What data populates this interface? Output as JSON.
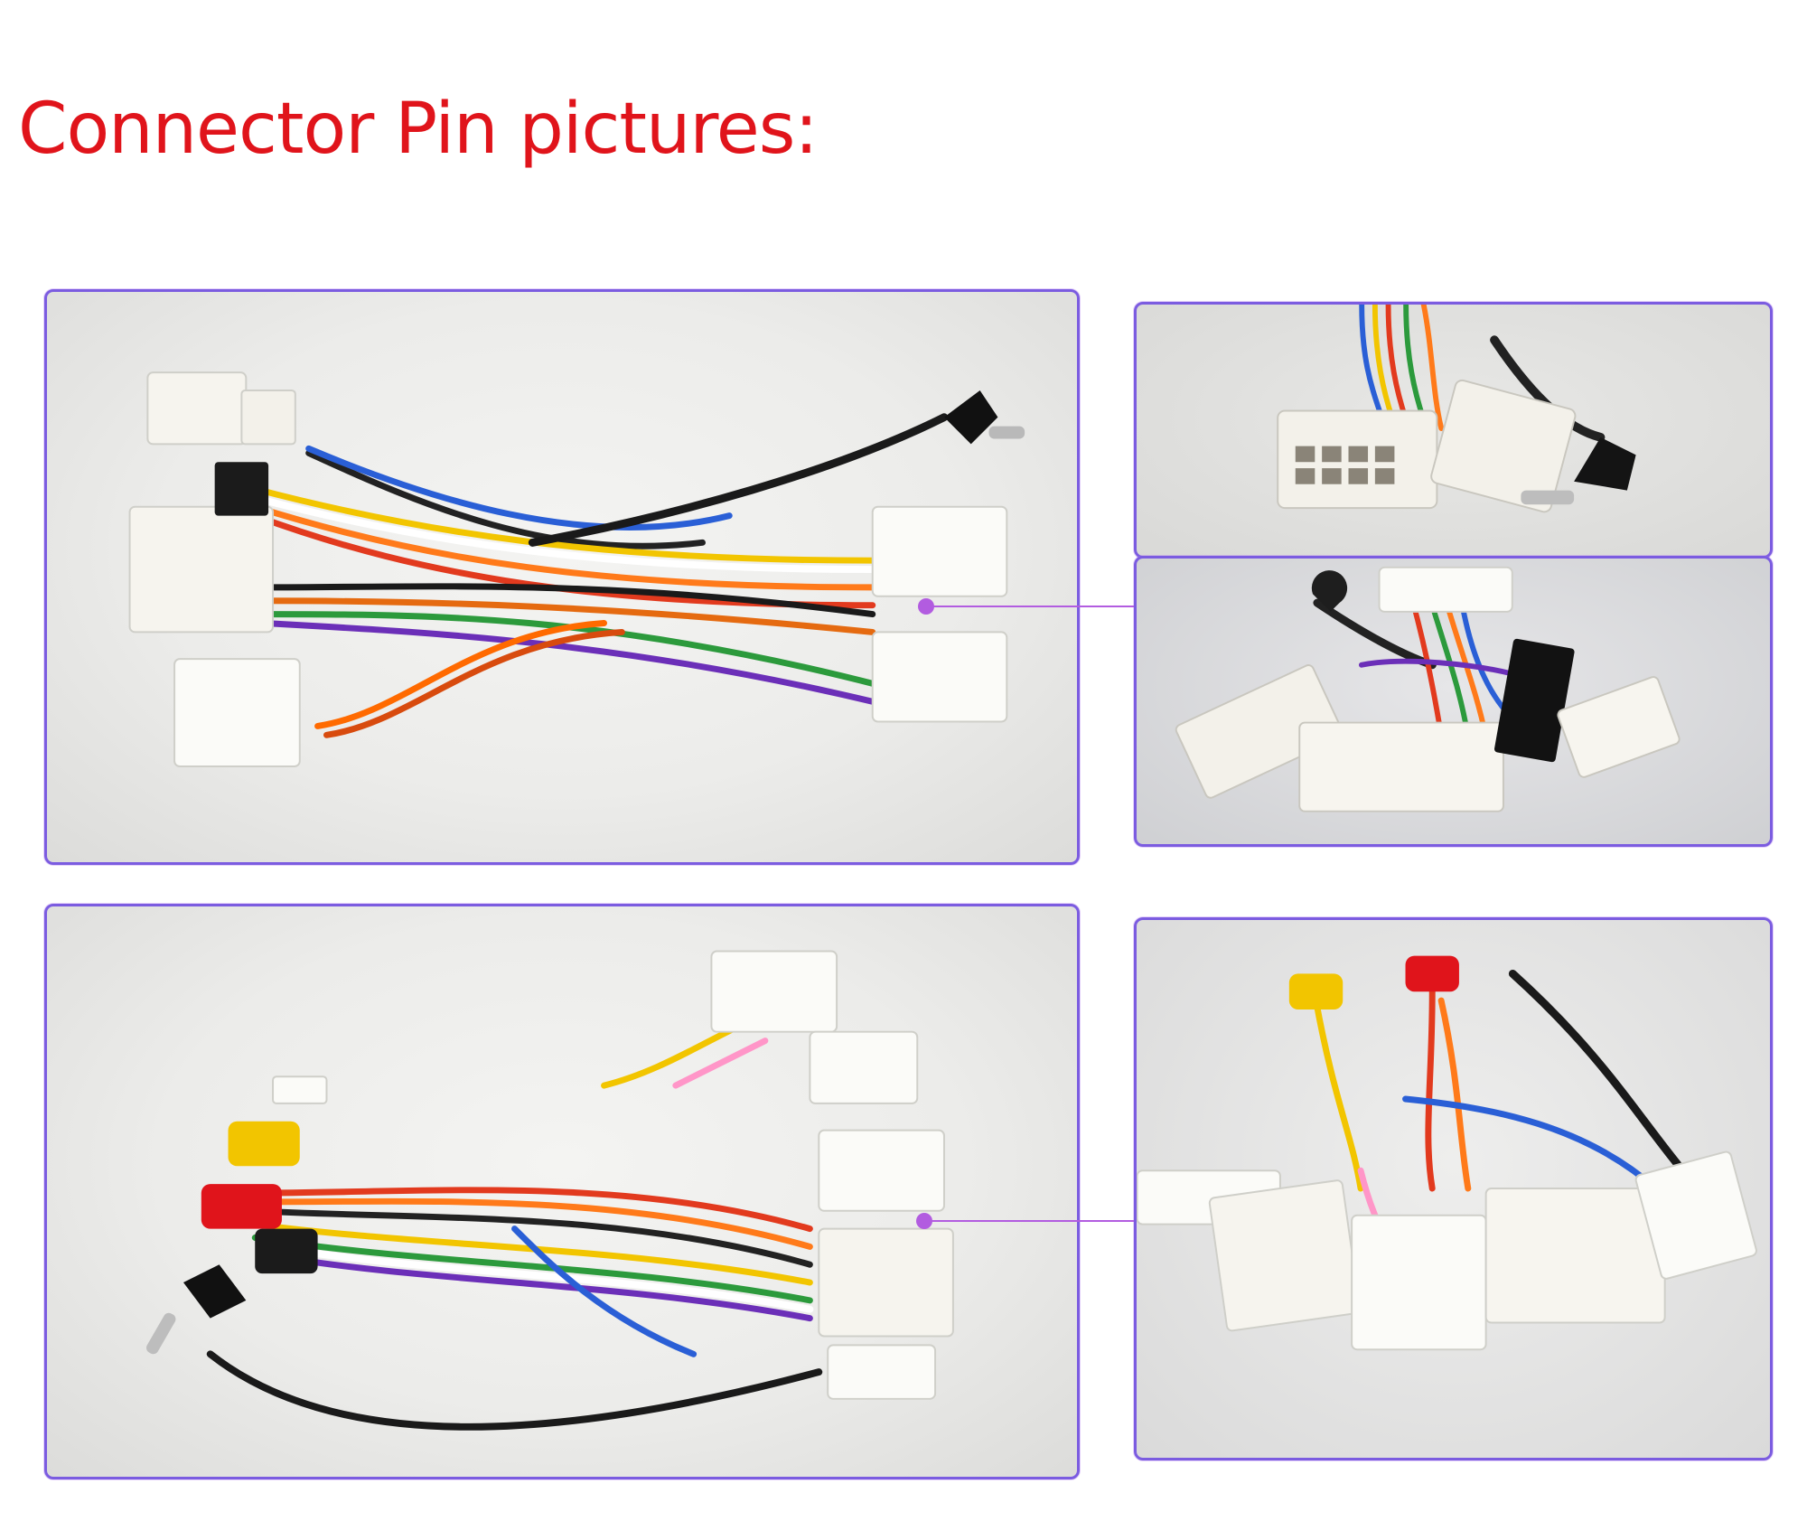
{
  "heading": "Connector Pin pictures:",
  "colors": {
    "heading": "#e0141b",
    "panel_border": "#7b5ce0",
    "callout_line": "#b25ce0",
    "background": "#ffffff"
  },
  "photos": [
    {
      "id": "harness-top-left",
      "depicts": "white wiring harness connectors with colored wires and an angled antenna plug"
    },
    {
      "id": "connectors-closeup-top",
      "depicts": "close-up of connector pin faces and antenna plug"
    },
    {
      "id": "connectors-closeup-bottom",
      "depicts": "close-up of white and black multi-pin connectors"
    },
    {
      "id": "harness-bottom-left",
      "depicts": "wiring harness with RCA plugs and white connectors"
    },
    {
      "id": "connectors-closeup-right",
      "depicts": "close-up of white multi-pin connectors with RCA plugs"
    }
  ]
}
